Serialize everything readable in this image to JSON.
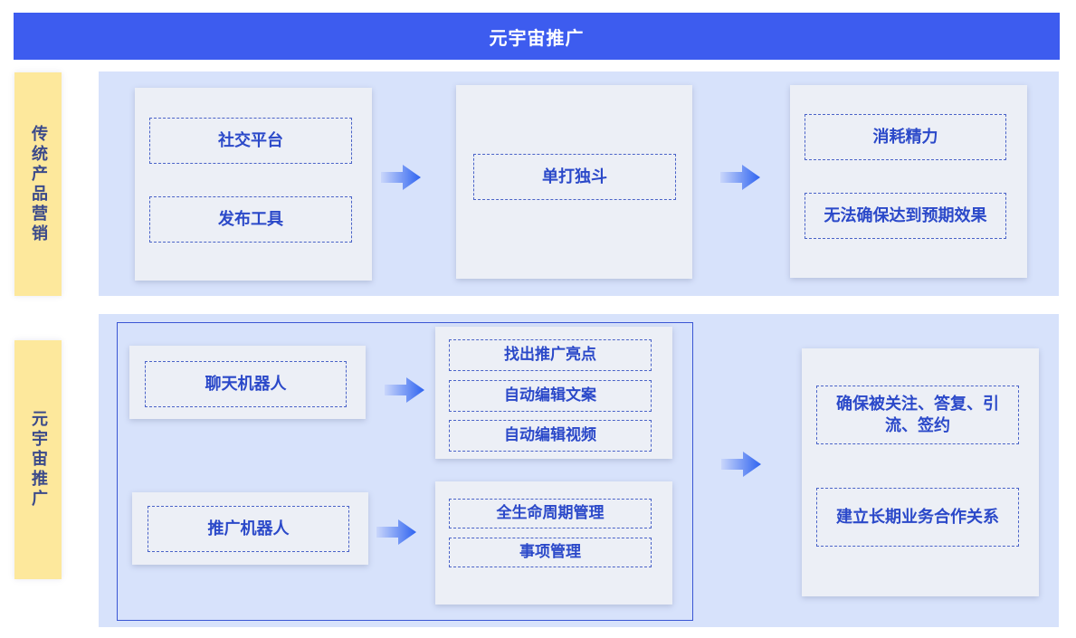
{
  "header": {
    "title": "元宇宙推广"
  },
  "traditional": {
    "label": "传统产品营销",
    "col1": [
      "社交平台",
      "发布工具"
    ],
    "col2": [
      "单打独斗"
    ],
    "col3": [
      "消耗精力",
      "无法确保达到预期效果"
    ]
  },
  "metaverse": {
    "label": "元宇宙推广",
    "chat_robot": {
      "label": "聊天机器人",
      "outcomes": [
        "找出推广亮点",
        "自动编辑文案",
        "自动编辑视频"
      ]
    },
    "promo_robot": {
      "label": "推广机器人",
      "outcomes": [
        "全生命周期管理",
        "事项管理"
      ]
    },
    "results": [
      "确保被关注、答复、引流、签约",
      "建立长期业务合作关系"
    ]
  },
  "colors": {
    "banner": "#3d5cef",
    "section_bg": "#d7e2fb",
    "side_label_bg": "#fde89c",
    "text_blue": "#2b49c9",
    "arrow_gradient": [
      "#c9d6fb",
      "#2e63f0"
    ]
  }
}
